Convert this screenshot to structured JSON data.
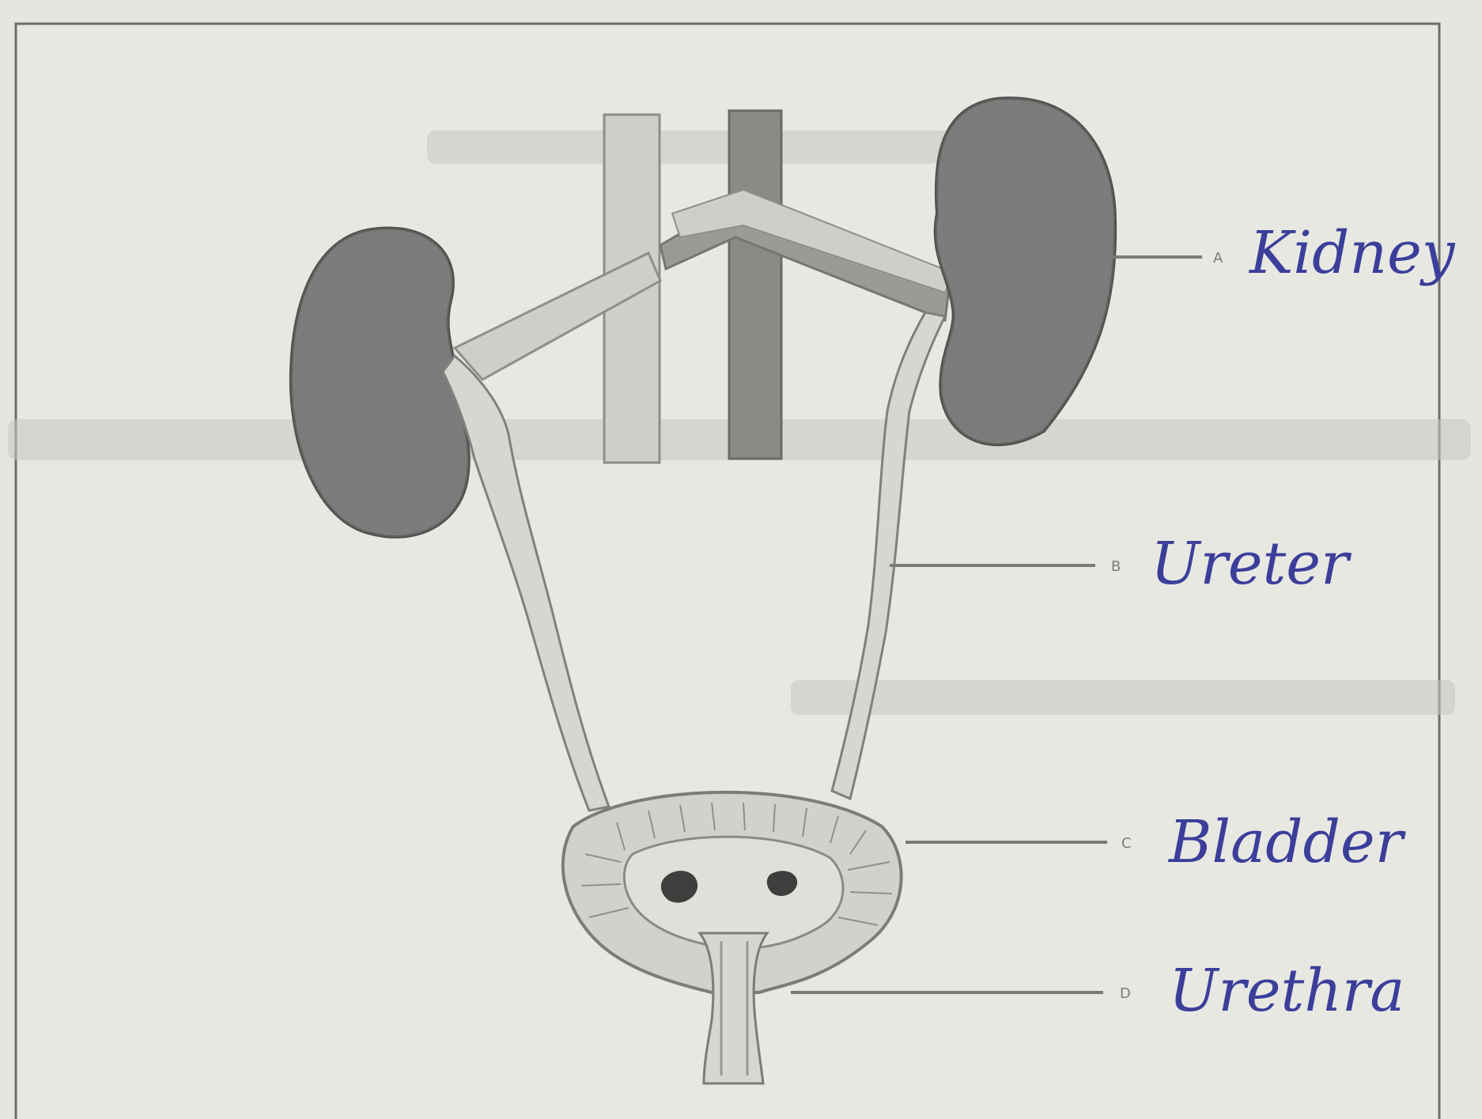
{
  "diagram": {
    "type": "labeled-anatomy-diagram",
    "subject": "human urinary system",
    "labels": [
      {
        "letter": "A",
        "text": "Kidney"
      },
      {
        "letter": "B",
        "text": "Ureter"
      },
      {
        "letter": "C",
        "text": "Bladder"
      },
      {
        "letter": "D",
        "text": "Urethra"
      }
    ]
  },
  "colors": {
    "paper": "#e6e6e1",
    "kidney": "#6e6e6c",
    "vein": "#cfcfca",
    "artery": "#8a8a86",
    "ink": "#3b3f9a",
    "line": "#7a7a78"
  }
}
